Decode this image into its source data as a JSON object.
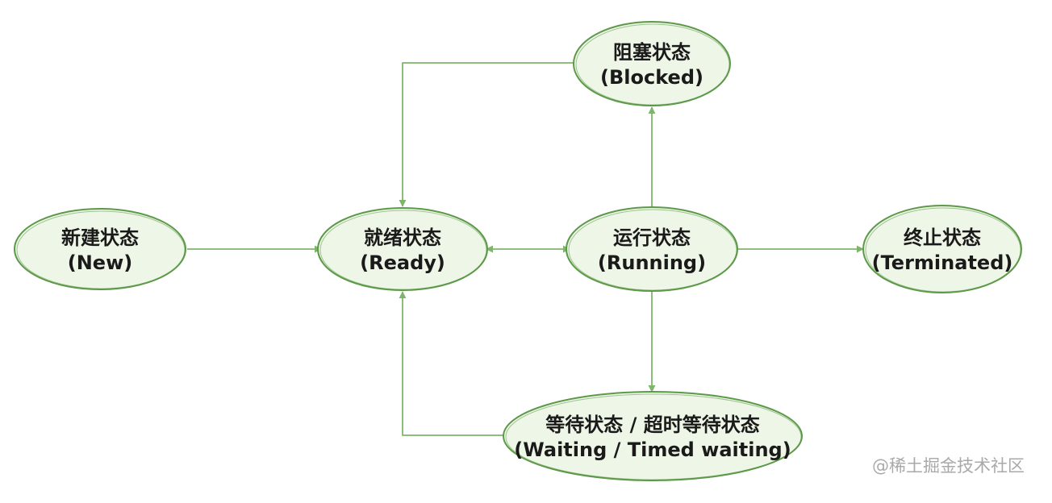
{
  "colors": {
    "node_fill": "#eef6e7",
    "node_stroke": "#5c9948",
    "edge": "#7fb56b",
    "text": "#1a1a1a",
    "watermark": "#a9a9a9"
  },
  "nodes": {
    "new": {
      "zh": "新建状态",
      "en": "(New)"
    },
    "ready": {
      "zh": "就绪状态",
      "en": "(Ready)"
    },
    "running": {
      "zh": "运行状态",
      "en": "(Running)"
    },
    "terminated": {
      "zh": "终止状态",
      "en": "(Terminated)"
    },
    "blocked": {
      "zh": "阻塞状态",
      "en": "(Blocked)"
    },
    "waiting": {
      "zh": "等待状态 / 超时等待状态",
      "en": "(Waiting / Timed waiting)"
    }
  },
  "edges": [
    {
      "from": "new",
      "to": "ready"
    },
    {
      "from": "ready",
      "to": "running"
    },
    {
      "from": "running",
      "to": "ready"
    },
    {
      "from": "running",
      "to": "terminated"
    },
    {
      "from": "running",
      "to": "blocked"
    },
    {
      "from": "blocked",
      "to": "ready"
    },
    {
      "from": "running",
      "to": "waiting"
    },
    {
      "from": "waiting",
      "to": "ready"
    }
  ],
  "watermark": "@稀土掘金技术社区"
}
